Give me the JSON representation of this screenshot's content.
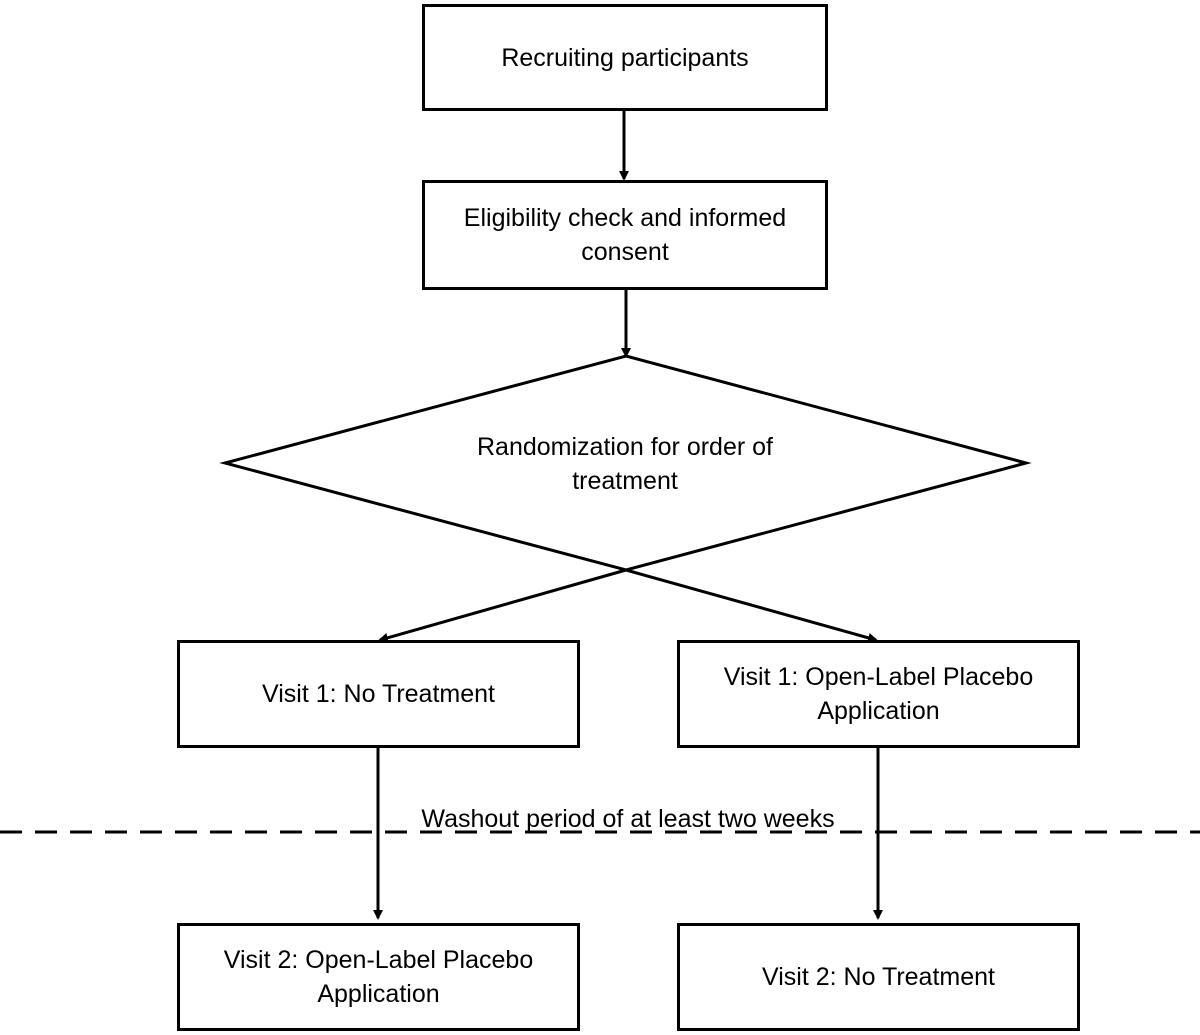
{
  "diagram": {
    "recruit": {
      "label": "Recruiting participants"
    },
    "eligibility": {
      "label": "Eligibility check and informed consent"
    },
    "randomization": {
      "label": "Randomization for order of treatment"
    },
    "left_visit1": {
      "label": "Visit 1: No Treatment"
    },
    "right_visit1": {
      "label": "Visit 1: Open-Label Placebo Application"
    },
    "washout": {
      "label": "Washout period of at least two weeks"
    },
    "left_visit2": {
      "label": "Visit 2: Open-Label Placebo Application"
    },
    "right_visit2": {
      "label": "Visit 2: No Treatment"
    }
  },
  "colors": {
    "stroke": "#000000",
    "fill": "#ffffff",
    "text": "#000000"
  }
}
